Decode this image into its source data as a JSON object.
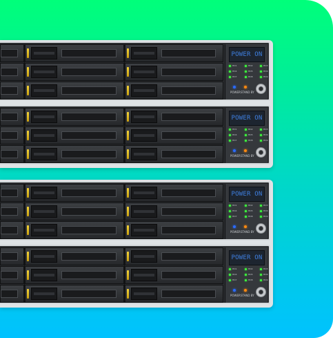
{
  "servers": [
    {
      "lcd_text": "POWER ON",
      "power_label": "POWER",
      "standby_label": "STAND BY"
    },
    {
      "lcd_text": "POWER ON",
      "power_label": "POWER",
      "standby_label": "STAND BY"
    },
    {
      "lcd_text": "POWER ON",
      "power_label": "POWER",
      "standby_label": "STAND BY"
    },
    {
      "lcd_text": "POWER ON",
      "power_label": "POWER",
      "standby_label": "STAND BY"
    }
  ],
  "led_labels": [
    "HD1",
    "HD2",
    "HD3",
    "HD4",
    "HD5",
    "HD6",
    "HD7",
    "HD8",
    "HD9"
  ],
  "colors": {
    "lcd_text": "#3f7fe0",
    "led_activity": "#3cff3c",
    "power_led": "#2a6bff",
    "standby_led": "#ff8a10",
    "drive_latch": "#f4d438",
    "background_top": "#00ff7a",
    "background_bottom": "#00c2ff"
  }
}
